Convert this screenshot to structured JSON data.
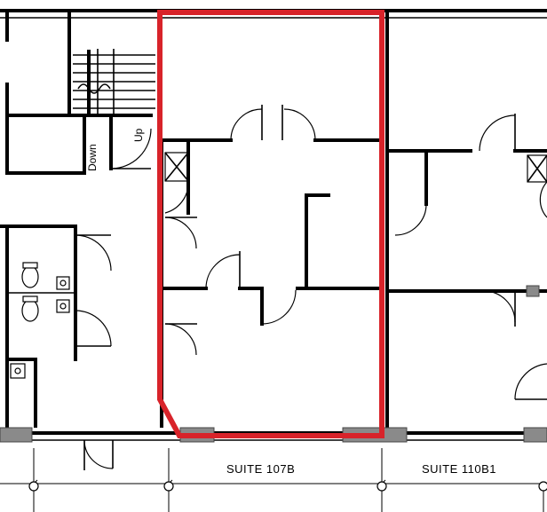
{
  "labels": {
    "suite_107b": "SUITE 107B",
    "suite_110b1": "SUITE 110B1",
    "stair_down": "Down",
    "stair_up": "Up"
  },
  "colors": {
    "highlight": "#d8232a",
    "walls": "#000000",
    "columns": "#8a8a8a"
  },
  "highlighted_suite": "SUITE 107B"
}
